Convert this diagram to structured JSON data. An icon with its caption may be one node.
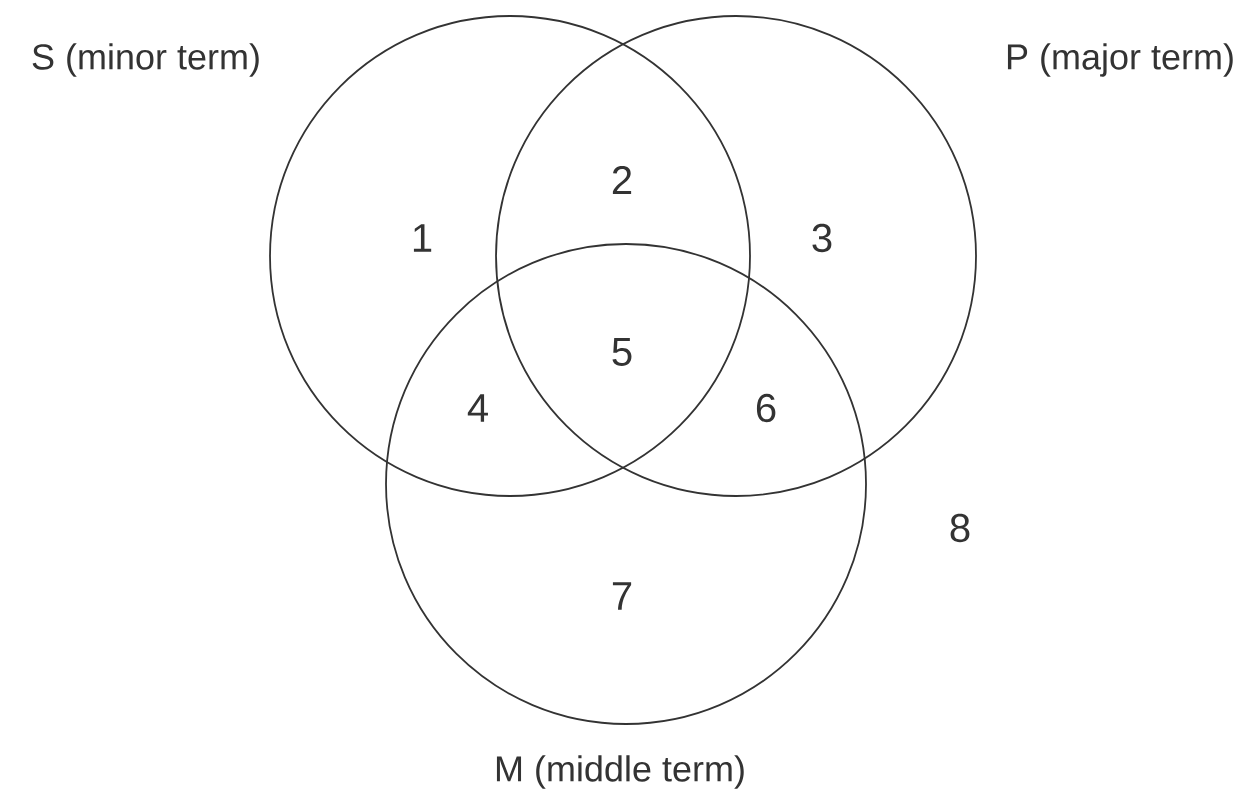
{
  "diagram": {
    "nodes": [
      {
        "text": [
          "S (minor term)"
        ]
      },
      {
        "text": [
          "P (major term)"
        ]
      },
      {
        "text": [
          "M (middle term)"
        ]
      }
    ],
    "labels": [
      "1",
      "2",
      "3",
      "4",
      "5",
      "6",
      "7",
      "8"
    ]
  }
}
